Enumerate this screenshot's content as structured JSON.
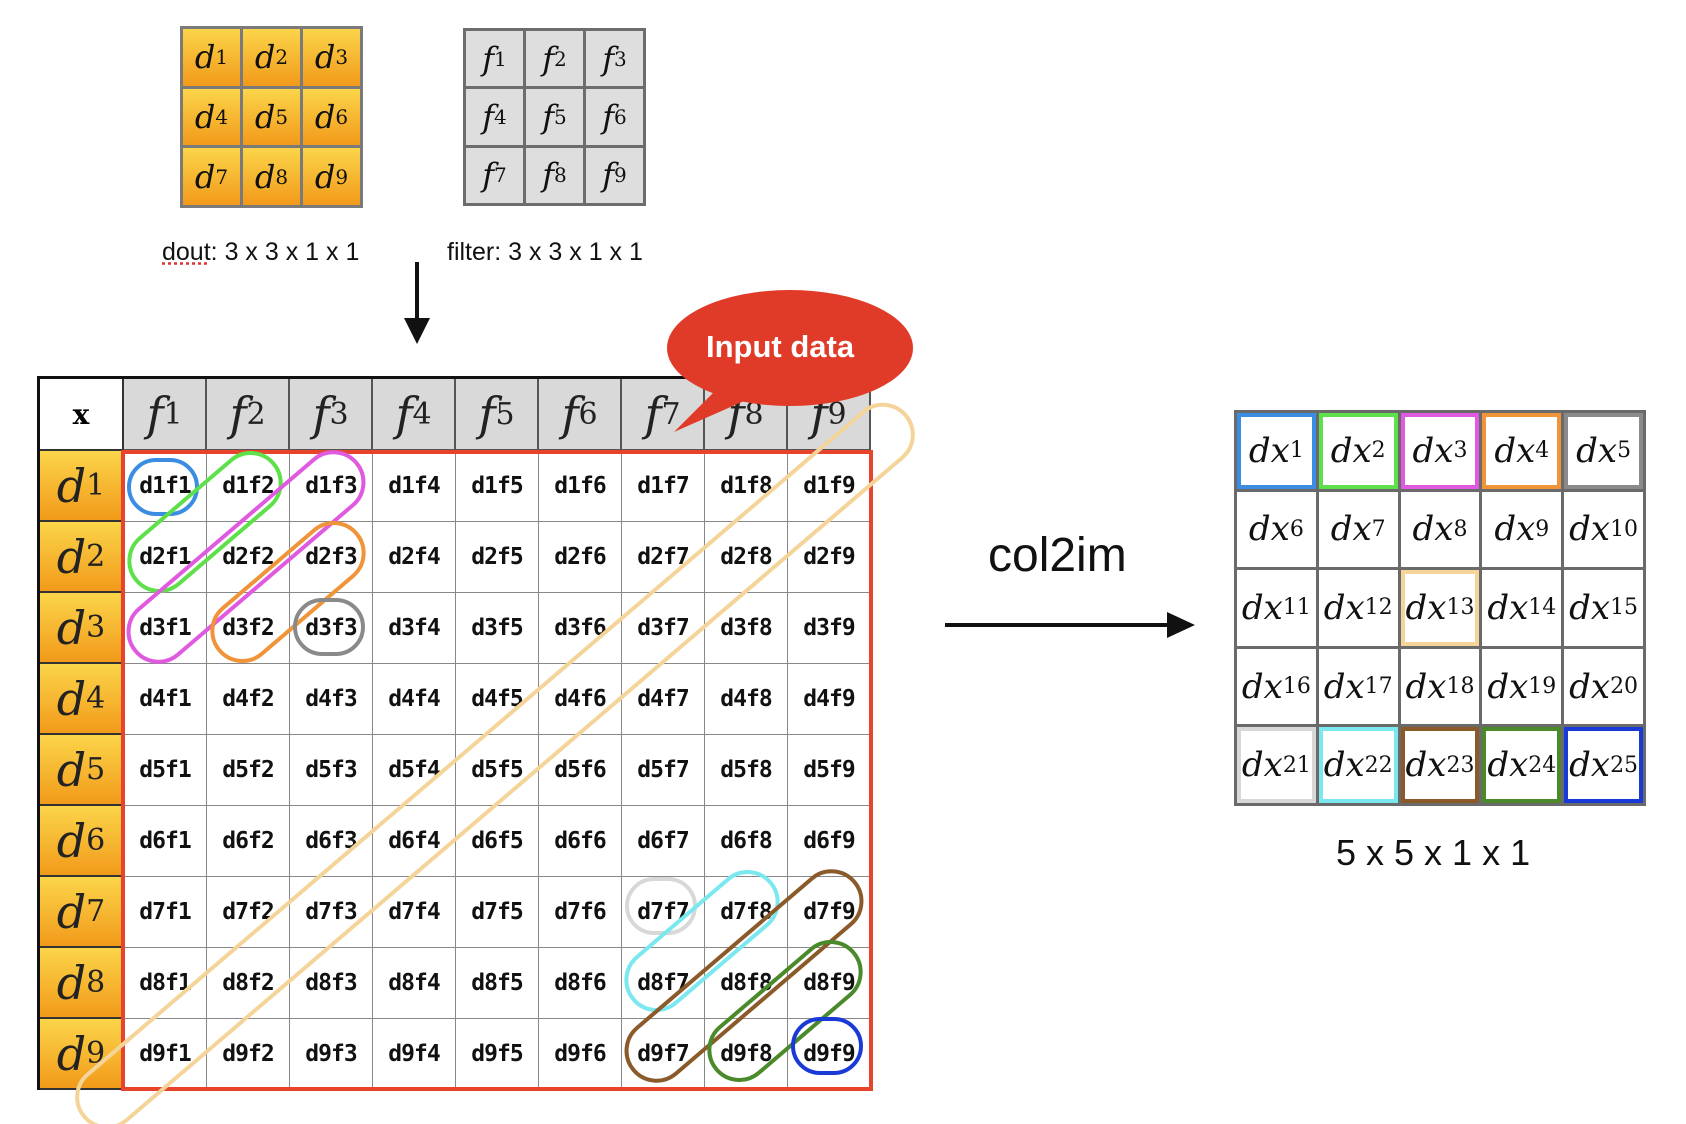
{
  "dout": {
    "cells": [
      {
        "base": "d",
        "sub": "1"
      },
      {
        "base": "d",
        "sub": "2"
      },
      {
        "base": "d",
        "sub": "3"
      },
      {
        "base": "d",
        "sub": "4"
      },
      {
        "base": "d",
        "sub": "5"
      },
      {
        "base": "d",
        "sub": "6"
      },
      {
        "base": "d",
        "sub": "7"
      },
      {
        "base": "d",
        "sub": "8"
      },
      {
        "base": "d",
        "sub": "9"
      }
    ],
    "caption_prefix": "dout",
    "caption_suffix": ": 3 x 3 x 1 x 1"
  },
  "filter": {
    "cells": [
      {
        "base": "f",
        "sub": "1"
      },
      {
        "base": "f",
        "sub": "2"
      },
      {
        "base": "f",
        "sub": "3"
      },
      {
        "base": "f",
        "sub": "4"
      },
      {
        "base": "f",
        "sub": "5"
      },
      {
        "base": "f",
        "sub": "6"
      },
      {
        "base": "f",
        "sub": "7"
      },
      {
        "base": "f",
        "sub": "8"
      },
      {
        "base": "f",
        "sub": "9"
      }
    ],
    "caption": "filter: 3 x 3 x 1 x 1"
  },
  "table": {
    "corner": "x",
    "col_headers": [
      {
        "base": "f",
        "sub": "1"
      },
      {
        "base": "f",
        "sub": "2"
      },
      {
        "base": "f",
        "sub": "3"
      },
      {
        "base": "f",
        "sub": "4"
      },
      {
        "base": "f",
        "sub": "5"
      },
      {
        "base": "f",
        "sub": "6"
      },
      {
        "base": "f",
        "sub": "7"
      },
      {
        "base": "f",
        "sub": "8"
      },
      {
        "base": "f",
        "sub": "9"
      }
    ],
    "row_headers": [
      {
        "base": "d",
        "sub": "1"
      },
      {
        "base": "d",
        "sub": "2"
      },
      {
        "base": "d",
        "sub": "3"
      },
      {
        "base": "d",
        "sub": "4"
      },
      {
        "base": "d",
        "sub": "5"
      },
      {
        "base": "d",
        "sub": "6"
      },
      {
        "base": "d",
        "sub": "7"
      },
      {
        "base": "d",
        "sub": "8"
      },
      {
        "base": "d",
        "sub": "9"
      }
    ],
    "rows": [
      [
        "d1f1",
        "d1f2",
        "d1f3",
        "d1f4",
        "d1f5",
        "d1f6",
        "d1f7",
        "d1f8",
        "d1f9"
      ],
      [
        "d2f1",
        "d2f2",
        "d2f3",
        "d2f4",
        "d2f5",
        "d2f6",
        "d2f7",
        "d2f8",
        "d2f9"
      ],
      [
        "d3f1",
        "d3f2",
        "d3f3",
        "d3f4",
        "d3f5",
        "d3f6",
        "d3f7",
        "d3f8",
        "d3f9"
      ],
      [
        "d4f1",
        "d4f2",
        "d4f3",
        "d4f4",
        "d4f5",
        "d4f6",
        "d4f7",
        "d4f8",
        "d4f9"
      ],
      [
        "d5f1",
        "d5f2",
        "d5f3",
        "d5f4",
        "d5f5",
        "d5f6",
        "d5f7",
        "d5f8",
        "d5f9"
      ],
      [
        "d6f1",
        "d6f2",
        "d6f3",
        "d6f4",
        "d6f5",
        "d6f6",
        "d6f7",
        "d6f8",
        "d6f9"
      ],
      [
        "d7f1",
        "d7f2",
        "d7f3",
        "d7f4",
        "d7f5",
        "d7f6",
        "d7f7",
        "d7f8",
        "d7f9"
      ],
      [
        "d8f1",
        "d8f2",
        "d8f3",
        "d8f4",
        "d8f5",
        "d8f6",
        "d8f7",
        "d8f8",
        "d8f9"
      ],
      [
        "d9f1",
        "d9f2",
        "d9f3",
        "d9f4",
        "d9f5",
        "d9f6",
        "d9f7",
        "d9f8",
        "d9f9"
      ]
    ]
  },
  "callout": {
    "text": "Input data",
    "color": "#e03a28"
  },
  "operation": {
    "label": "col2im"
  },
  "output": {
    "shape": "5 x 5 x 1 x 1",
    "cells": [
      {
        "base": "dx",
        "sub": "1",
        "color": "#3a8de0"
      },
      {
        "base": "dx",
        "sub": "2",
        "color": "#5ee04a"
      },
      {
        "base": "dx",
        "sub": "3",
        "color": "#e05ae0"
      },
      {
        "base": "dx",
        "sub": "4",
        "color": "#f0943a"
      },
      {
        "base": "dx",
        "sub": "5",
        "color": "#8a8a8a"
      },
      {
        "base": "dx",
        "sub": "6",
        "color": ""
      },
      {
        "base": "dx",
        "sub": "7",
        "color": ""
      },
      {
        "base": "dx",
        "sub": "8",
        "color": ""
      },
      {
        "base": "dx",
        "sub": "9",
        "color": ""
      },
      {
        "base": "dx",
        "sub": "10",
        "color": ""
      },
      {
        "base": "dx",
        "sub": "11",
        "color": ""
      },
      {
        "base": "dx",
        "sub": "12",
        "color": ""
      },
      {
        "base": "dx",
        "sub": "13",
        "color": "#f5d49a"
      },
      {
        "base": "dx",
        "sub": "14",
        "color": ""
      },
      {
        "base": "dx",
        "sub": "15",
        "color": ""
      },
      {
        "base": "dx",
        "sub": "16",
        "color": ""
      },
      {
        "base": "dx",
        "sub": "17",
        "color": ""
      },
      {
        "base": "dx",
        "sub": "18",
        "color": ""
      },
      {
        "base": "dx",
        "sub": "19",
        "color": ""
      },
      {
        "base": "dx",
        "sub": "20",
        "color": ""
      },
      {
        "base": "dx",
        "sub": "21",
        "color": "#d8d8d8"
      },
      {
        "base": "dx",
        "sub": "22",
        "color": "#7ae8ee"
      },
      {
        "base": "dx",
        "sub": "23",
        "color": "#8a5a2a"
      },
      {
        "base": "dx",
        "sub": "24",
        "color": "#4a8a2a"
      },
      {
        "base": "dx",
        "sub": "25",
        "color": "#1a3ad8"
      }
    ]
  },
  "highlight_colors": {
    "dx1": "#3a8de0",
    "dx2": "#5ee04a",
    "dx3": "#e05ae0",
    "dx4": "#f0943a",
    "dx5": "#8a8a8a",
    "dx13": "#f5d49a",
    "dx21": "#d8d8d8",
    "dx22": "#7ae8ee",
    "dx23": "#8a5a2a",
    "dx24": "#4a8a2a",
    "dx25": "#1a3ad8",
    "frame": "#e8442c"
  }
}
